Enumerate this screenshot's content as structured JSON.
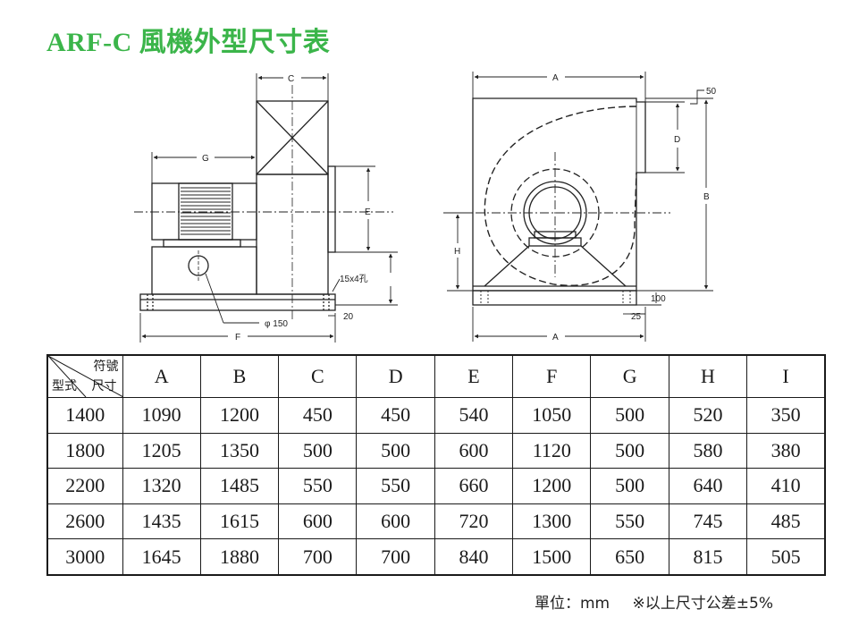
{
  "title": "ARF-C 風機外型尺寸表",
  "drawing": {
    "labels": {
      "C": "C",
      "G": "G",
      "E": "E",
      "F": "F",
      "A_top": "A",
      "A_bottom": "A",
      "B": "B",
      "D": "D",
      "H": "H",
      "dim_50": "50",
      "hole": "15x4孔",
      "phi150": "φ 150",
      "dim_20": "20",
      "dim_100": "100",
      "dim_25": "25"
    }
  },
  "table": {
    "corner": {
      "top_right": "符號",
      "mid_right": "尺寸",
      "bottom_left": "型式"
    },
    "headers": [
      "A",
      "B",
      "C",
      "D",
      "E",
      "F",
      "G",
      "H",
      "I"
    ],
    "rows": [
      {
        "model": "1400",
        "values": [
          "1090",
          "1200",
          "450",
          "450",
          "540",
          "1050",
          "500",
          "520",
          "350"
        ]
      },
      {
        "model": "1800",
        "values": [
          "1205",
          "1350",
          "500",
          "500",
          "600",
          "1120",
          "500",
          "580",
          "380"
        ]
      },
      {
        "model": "2200",
        "values": [
          "1320",
          "1485",
          "550",
          "550",
          "660",
          "1200",
          "500",
          "640",
          "410"
        ]
      },
      {
        "model": "2600",
        "values": [
          "1435",
          "1615",
          "600",
          "600",
          "720",
          "1300",
          "550",
          "745",
          "485"
        ]
      },
      {
        "model": "3000",
        "values": [
          "1645",
          "1880",
          "700",
          "700",
          "840",
          "1500",
          "650",
          "815",
          "505"
        ]
      }
    ]
  },
  "footer": {
    "unit": "單位：mm",
    "tolerance": "※以上尺寸公差±5%"
  }
}
